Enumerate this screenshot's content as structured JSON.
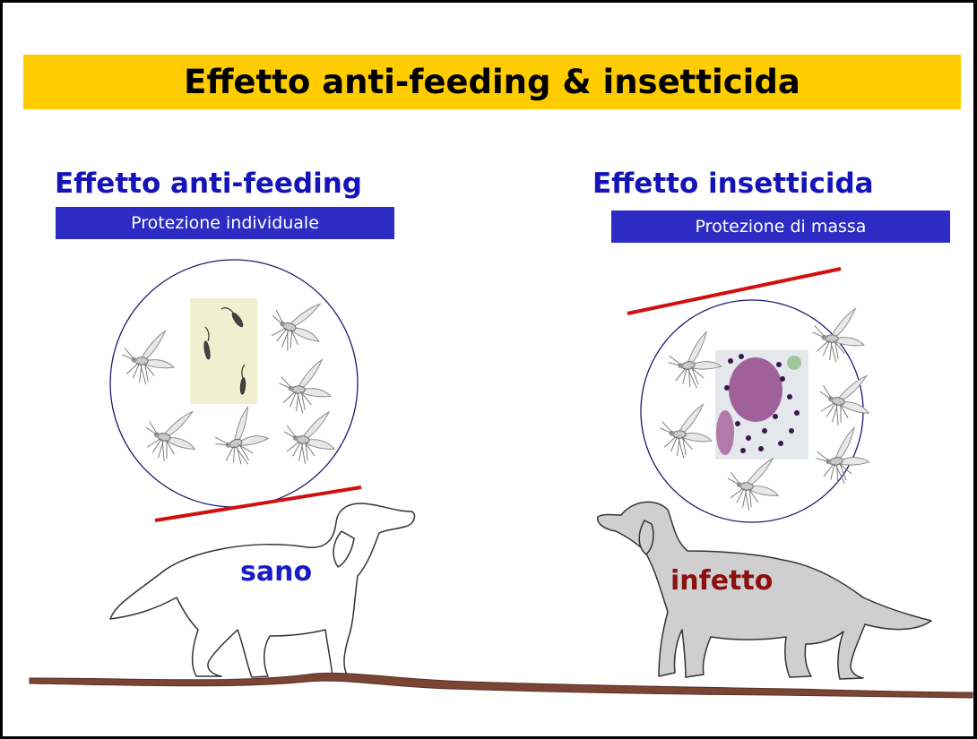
{
  "title": "Effetto anti-feeding & insetticida",
  "left": {
    "heading": "Effetto anti-feeding",
    "subtitle": "Protezione individuale",
    "dog_label": "sano"
  },
  "right": {
    "heading": "Effetto insetticida",
    "subtitle": "Protezione di massa",
    "dog_label": "infetto"
  },
  "colors": {
    "title_bar": "#FFCC00",
    "heading_text": "#1414B8",
    "label_box": "#2C2CC4",
    "healthy_label": "#1A1AC8",
    "infected_label": "#8B1010",
    "barrier_line": "#D01010",
    "ground": "#7A4535",
    "infected_dog_fill": "#CFCFCF"
  }
}
